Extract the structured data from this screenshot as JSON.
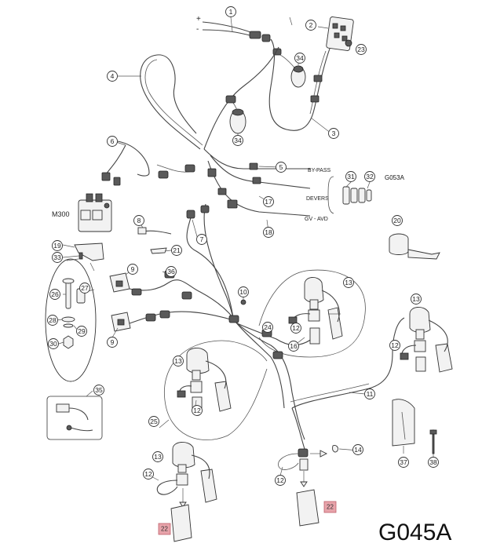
{
  "diagram_code": "G045A",
  "kit_code": "G053A",
  "model_label": "M300",
  "terminal_plus": "+",
  "terminal_minus": "-",
  "wire_labels": [
    "BY-PASS",
    "DEVERS",
    "GV - AVD"
  ],
  "callouts": {
    "c1": "1",
    "c2": "2",
    "c3": "3",
    "c4": "4",
    "c5": "5",
    "c6": "6",
    "c7": "7",
    "c8": "8",
    "c9": "9",
    "c10": "10",
    "c11": "11",
    "c12": "12",
    "c13": "13",
    "c14": "14",
    "c16": "16",
    "c17": "17",
    "c18": "18",
    "c19": "19",
    "c20": "20",
    "c21": "21",
    "c22": "22",
    "c23": "23",
    "c24": "24",
    "c25": "25",
    "c26": "26",
    "c27": "27",
    "c28": "28",
    "c29": "29",
    "c30": "30",
    "c31": "31",
    "c32": "32",
    "c33": "33",
    "c34": "34",
    "c35": "35",
    "c36": "36",
    "c37": "37",
    "c38": "38"
  },
  "colors": {
    "highlight": "#e7a3aa",
    "line": "#444444"
  }
}
